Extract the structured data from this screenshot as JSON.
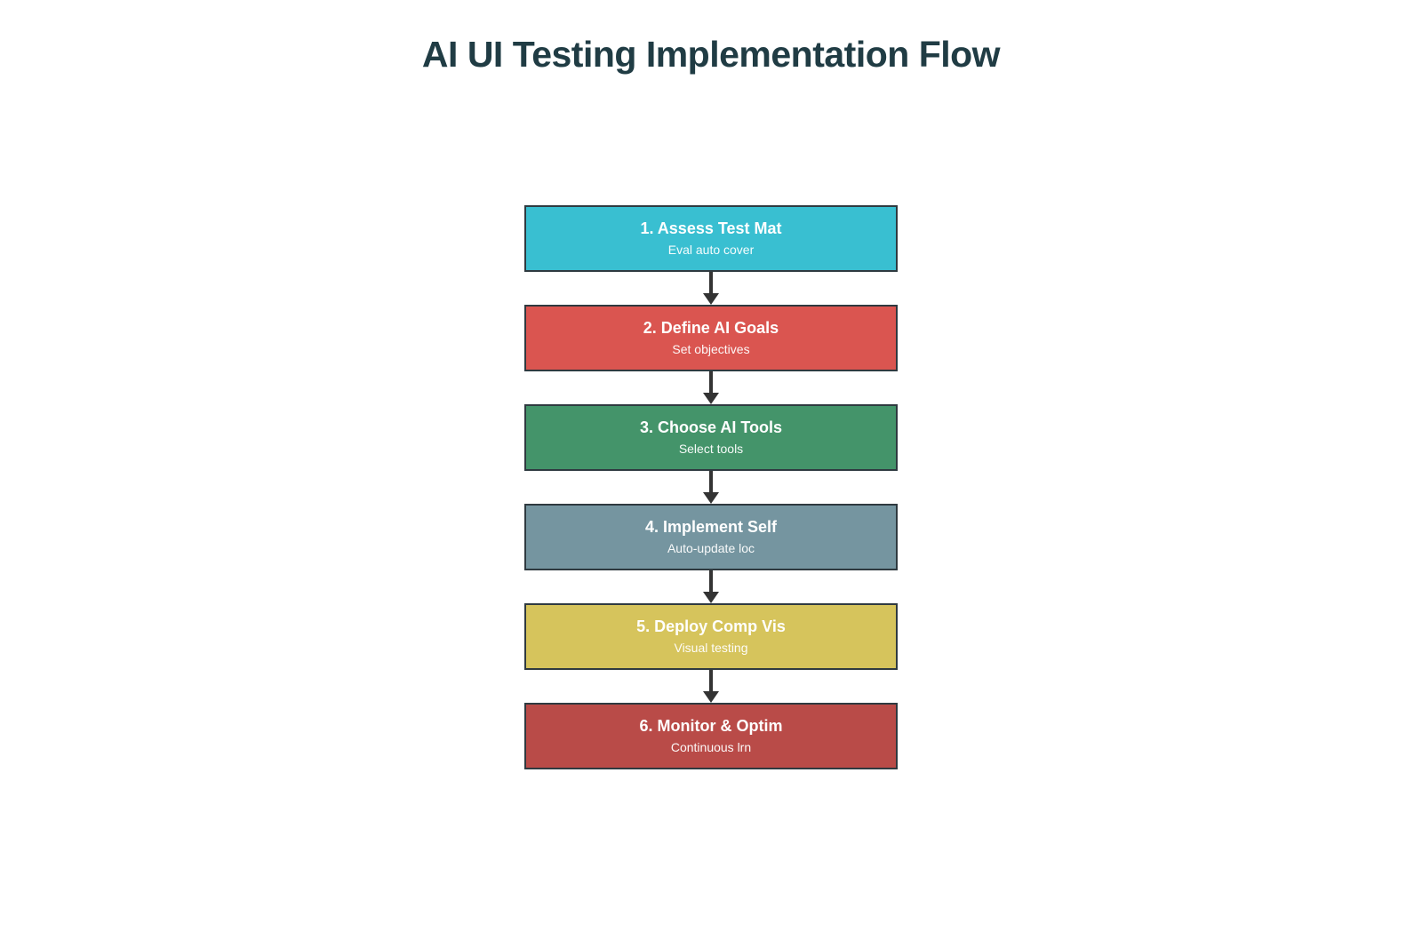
{
  "title": "AI UI Testing Implementation Flow",
  "colors": {
    "background": "#ffffff",
    "title_text": "#203c44",
    "box_border": "#2f3a40",
    "arrow": "#333333",
    "box_text": "#ffffff"
  },
  "flow": {
    "steps": [
      {
        "title": "1. Assess Test Mat",
        "subtitle": "Eval auto cover",
        "color": "#39bfd1"
      },
      {
        "title": "2. Define AI Goals",
        "subtitle": "Set objectives",
        "color": "#da5550"
      },
      {
        "title": "3. Choose AI Tools",
        "subtitle": "Select tools",
        "color": "#44946a"
      },
      {
        "title": "4. Implement Self",
        "subtitle": "Auto-update loc",
        "color": "#7595a0"
      },
      {
        "title": "5. Deploy Comp Vis",
        "subtitle": "Visual testing",
        "color": "#d6c45c"
      },
      {
        "title": "6. Monitor & Optim",
        "subtitle": "Continuous lrn",
        "color": "#b94b48"
      }
    ]
  }
}
